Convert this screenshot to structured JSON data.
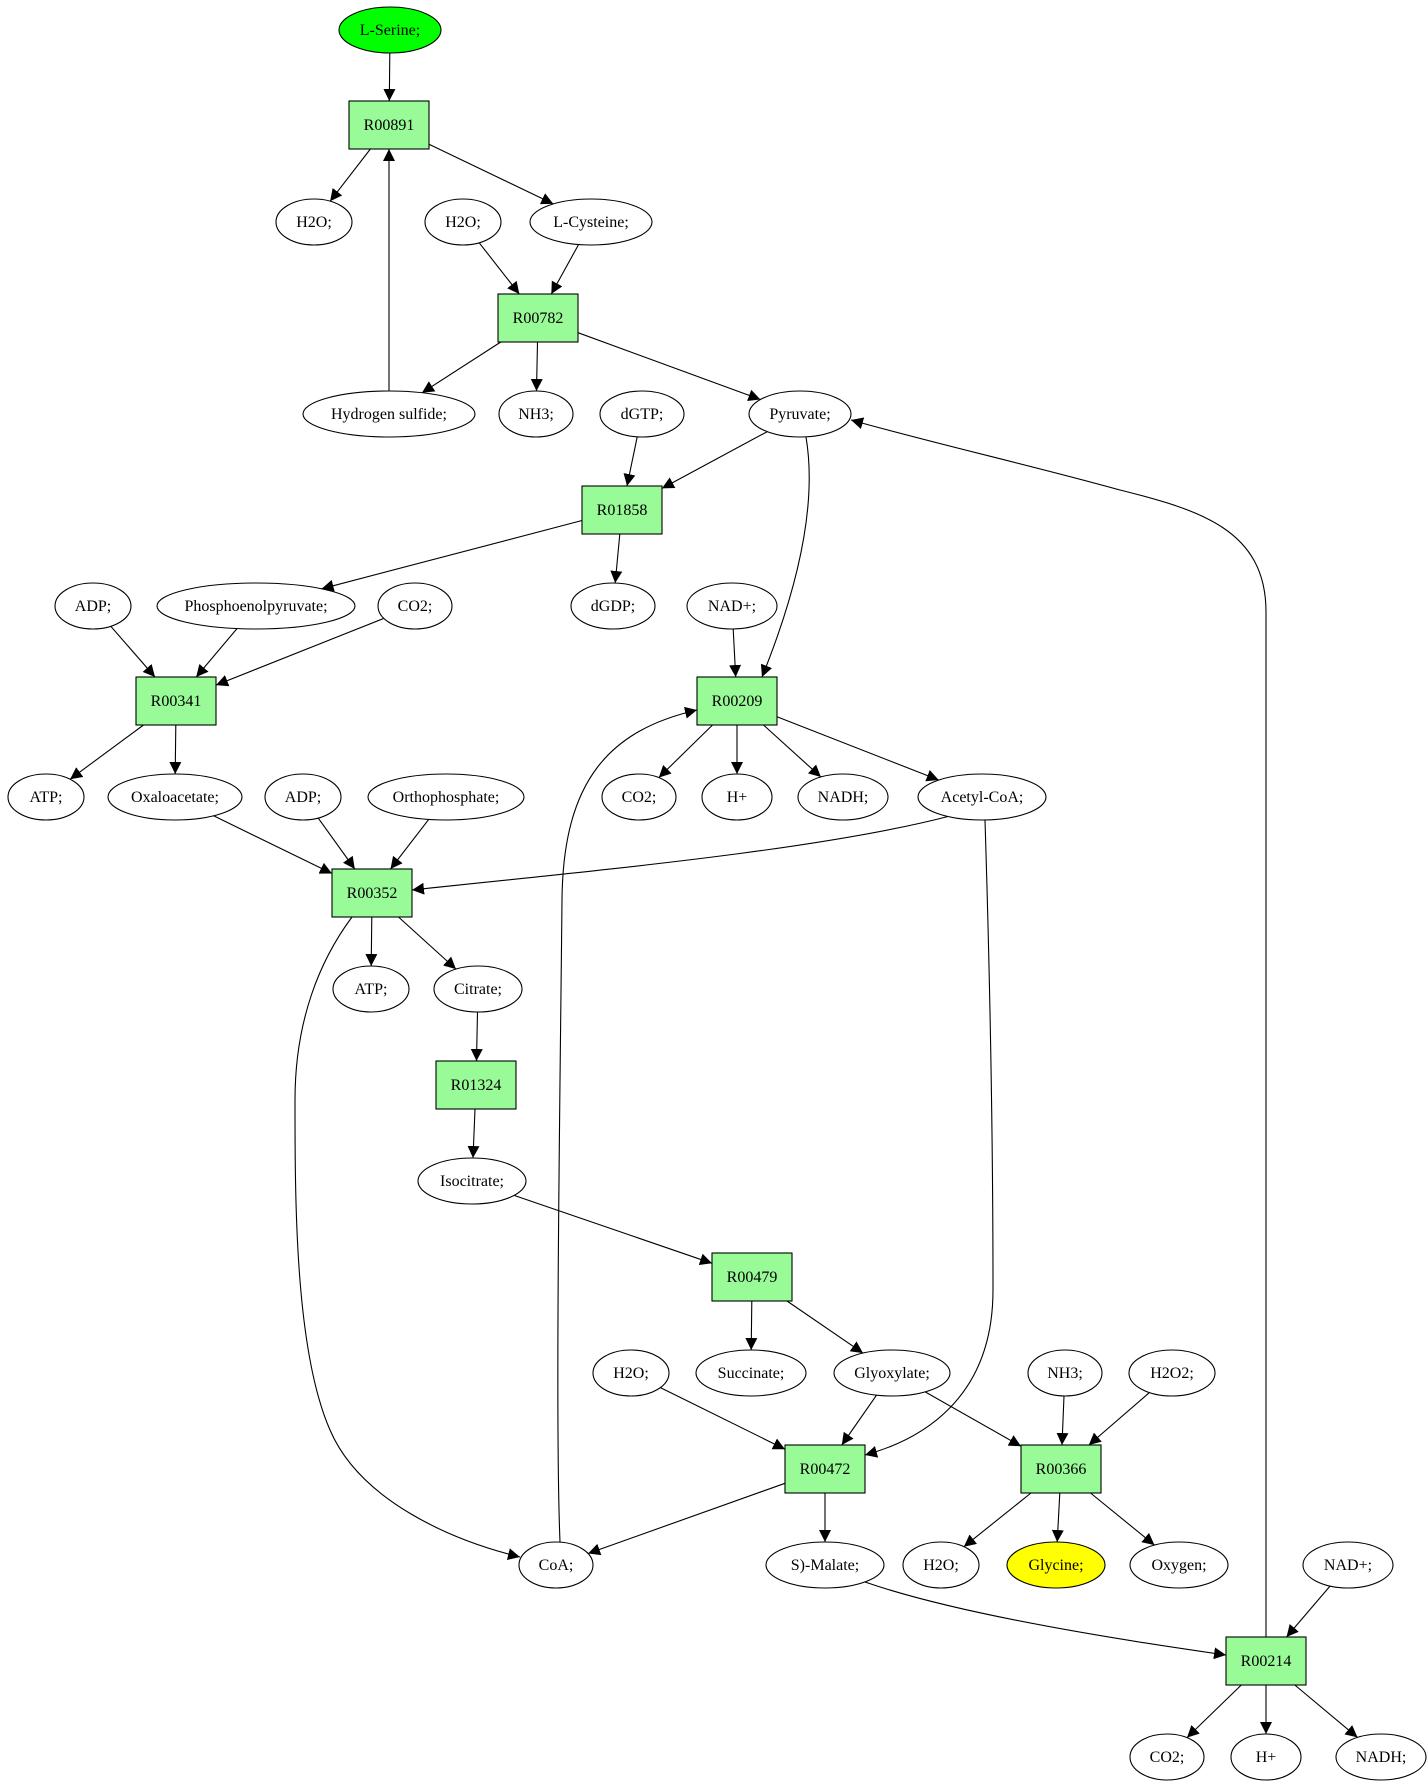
{
  "diagram": {
    "colors": {
      "reaction_fill": "#98fb98",
      "start_fill": "#00ff00",
      "target_fill": "#ffff00",
      "metabolite_fill": "#ffffff",
      "stroke": "#000000"
    },
    "nodes": [
      {
        "id": "lserine",
        "label": "L-Serine;",
        "kind": "start"
      },
      {
        "id": "r00891",
        "label": "R00891",
        "kind": "reaction"
      },
      {
        "id": "h2o_1",
        "label": "H2O;",
        "kind": "metabolite"
      },
      {
        "id": "h2o_2",
        "label": "H2O;",
        "kind": "metabolite"
      },
      {
        "id": "lcys",
        "label": "L-Cysteine;",
        "kind": "metabolite"
      },
      {
        "id": "r00782",
        "label": "R00782",
        "kind": "reaction"
      },
      {
        "id": "h2s",
        "label": "Hydrogen sulfide;",
        "kind": "metabolite"
      },
      {
        "id": "nh3_1",
        "label": "NH3;",
        "kind": "metabolite"
      },
      {
        "id": "dgtp",
        "label": "dGTP;",
        "kind": "metabolite"
      },
      {
        "id": "pyr",
        "label": "Pyruvate;",
        "kind": "metabolite"
      },
      {
        "id": "r01858",
        "label": "R01858",
        "kind": "reaction"
      },
      {
        "id": "adp_1",
        "label": "ADP;",
        "kind": "metabolite"
      },
      {
        "id": "pep",
        "label": "Phosphoenolpyruvate;",
        "kind": "metabolite"
      },
      {
        "id": "co2_1",
        "label": "CO2;",
        "kind": "metabolite"
      },
      {
        "id": "dgdp",
        "label": "dGDP;",
        "kind": "metabolite"
      },
      {
        "id": "nad_1",
        "label": "NAD+;",
        "kind": "metabolite"
      },
      {
        "id": "r00341",
        "label": "R00341",
        "kind": "reaction"
      },
      {
        "id": "r00209",
        "label": "R00209",
        "kind": "reaction"
      },
      {
        "id": "atp_1",
        "label": "ATP;",
        "kind": "metabolite"
      },
      {
        "id": "oaa",
        "label": "Oxaloacetate;",
        "kind": "metabolite"
      },
      {
        "id": "adp_2",
        "label": "ADP;",
        "kind": "metabolite"
      },
      {
        "id": "pi",
        "label": "Orthophosphate;",
        "kind": "metabolite"
      },
      {
        "id": "co2_2",
        "label": "CO2;",
        "kind": "metabolite"
      },
      {
        "id": "hplus_1",
        "label": "H+",
        "kind": "metabolite"
      },
      {
        "id": "nadh_1",
        "label": "NADH;",
        "kind": "metabolite"
      },
      {
        "id": "accoa",
        "label": "Acetyl-CoA;",
        "kind": "metabolite"
      },
      {
        "id": "r00352",
        "label": "R00352",
        "kind": "reaction"
      },
      {
        "id": "atp_2",
        "label": "ATP;",
        "kind": "metabolite"
      },
      {
        "id": "cit",
        "label": "Citrate;",
        "kind": "metabolite"
      },
      {
        "id": "r01324",
        "label": "R01324",
        "kind": "reaction"
      },
      {
        "id": "icit",
        "label": "Isocitrate;",
        "kind": "metabolite"
      },
      {
        "id": "r00479",
        "label": "R00479",
        "kind": "reaction"
      },
      {
        "id": "h2o_3",
        "label": "H2O;",
        "kind": "metabolite"
      },
      {
        "id": "succ",
        "label": "Succinate;",
        "kind": "metabolite"
      },
      {
        "id": "glx",
        "label": "Glyoxylate;",
        "kind": "metabolite"
      },
      {
        "id": "nh3_2",
        "label": "NH3;",
        "kind": "metabolite"
      },
      {
        "id": "h2o2",
        "label": "H2O2;",
        "kind": "metabolite"
      },
      {
        "id": "r00472",
        "label": "R00472",
        "kind": "reaction"
      },
      {
        "id": "r00366",
        "label": "R00366",
        "kind": "reaction"
      },
      {
        "id": "coa",
        "label": "CoA;",
        "kind": "metabolite"
      },
      {
        "id": "mal",
        "label": "S)-Malate;",
        "kind": "metabolite"
      },
      {
        "id": "h2o_4",
        "label": "H2O;",
        "kind": "metabolite"
      },
      {
        "id": "gly",
        "label": "Glycine;",
        "kind": "target"
      },
      {
        "id": "oxy",
        "label": "Oxygen;",
        "kind": "metabolite"
      },
      {
        "id": "nad_2",
        "label": "NAD+;",
        "kind": "metabolite"
      },
      {
        "id": "r00214",
        "label": "R00214",
        "kind": "reaction"
      },
      {
        "id": "co2_3",
        "label": "CO2;",
        "kind": "metabolite"
      },
      {
        "id": "hplus_2",
        "label": "H+",
        "kind": "metabolite"
      },
      {
        "id": "nadh_2",
        "label": "NADH;",
        "kind": "metabolite"
      }
    ],
    "edges": [
      {
        "from": "lserine",
        "to": "r00891"
      },
      {
        "from": "r00891",
        "to": "h2o_1"
      },
      {
        "from": "r00891",
        "to": "lcys"
      },
      {
        "from": "h2s",
        "to": "r00891"
      },
      {
        "from": "h2o_2",
        "to": "r00782"
      },
      {
        "from": "lcys",
        "to": "r00782"
      },
      {
        "from": "r00782",
        "to": "h2s"
      },
      {
        "from": "r00782",
        "to": "nh3_1"
      },
      {
        "from": "r00782",
        "to": "pyr"
      },
      {
        "from": "dgtp",
        "to": "r01858"
      },
      {
        "from": "pyr",
        "to": "r01858"
      },
      {
        "from": "r01858",
        "to": "pep"
      },
      {
        "from": "r01858",
        "to": "dgdp"
      },
      {
        "from": "pyr",
        "to": "r00209"
      },
      {
        "from": "nad_1",
        "to": "r00209"
      },
      {
        "from": "adp_1",
        "to": "r00341"
      },
      {
        "from": "pep",
        "to": "r00341"
      },
      {
        "from": "co2_1",
        "to": "r00341"
      },
      {
        "from": "r00341",
        "to": "atp_1"
      },
      {
        "from": "r00341",
        "to": "oaa"
      },
      {
        "from": "r00209",
        "to": "co2_2"
      },
      {
        "from": "r00209",
        "to": "hplus_1"
      },
      {
        "from": "r00209",
        "to": "nadh_1"
      },
      {
        "from": "r00209",
        "to": "accoa"
      },
      {
        "from": "oaa",
        "to": "r00352"
      },
      {
        "from": "adp_2",
        "to": "r00352"
      },
      {
        "from": "pi",
        "to": "r00352"
      },
      {
        "from": "accoa",
        "to": "r00352"
      },
      {
        "from": "r00352",
        "to": "atp_2"
      },
      {
        "from": "r00352",
        "to": "cit"
      },
      {
        "from": "r00352",
        "to": "coa"
      },
      {
        "from": "cit",
        "to": "r01324"
      },
      {
        "from": "r01324",
        "to": "icit"
      },
      {
        "from": "icit",
        "to": "r00479"
      },
      {
        "from": "r00479",
        "to": "succ"
      },
      {
        "from": "r00479",
        "to": "glx"
      },
      {
        "from": "accoa",
        "to": "r00472"
      },
      {
        "from": "h2o_3",
        "to": "r00472"
      },
      {
        "from": "glx",
        "to": "r00472"
      },
      {
        "from": "glx",
        "to": "r00366"
      },
      {
        "from": "nh3_2",
        "to": "r00366"
      },
      {
        "from": "h2o2",
        "to": "r00366"
      },
      {
        "from": "r00472",
        "to": "coa"
      },
      {
        "from": "r00472",
        "to": "mal"
      },
      {
        "from": "coa",
        "to": "r00209"
      },
      {
        "from": "r00366",
        "to": "h2o_4"
      },
      {
        "from": "r00366",
        "to": "gly"
      },
      {
        "from": "r00366",
        "to": "oxy"
      },
      {
        "from": "mal",
        "to": "r00214"
      },
      {
        "from": "nad_2",
        "to": "r00214"
      },
      {
        "from": "r00214",
        "to": "pyr"
      },
      {
        "from": "r00214",
        "to": "co2_3"
      },
      {
        "from": "r00214",
        "to": "hplus_2"
      },
      {
        "from": "r00214",
        "to": "nadh_2"
      }
    ]
  }
}
